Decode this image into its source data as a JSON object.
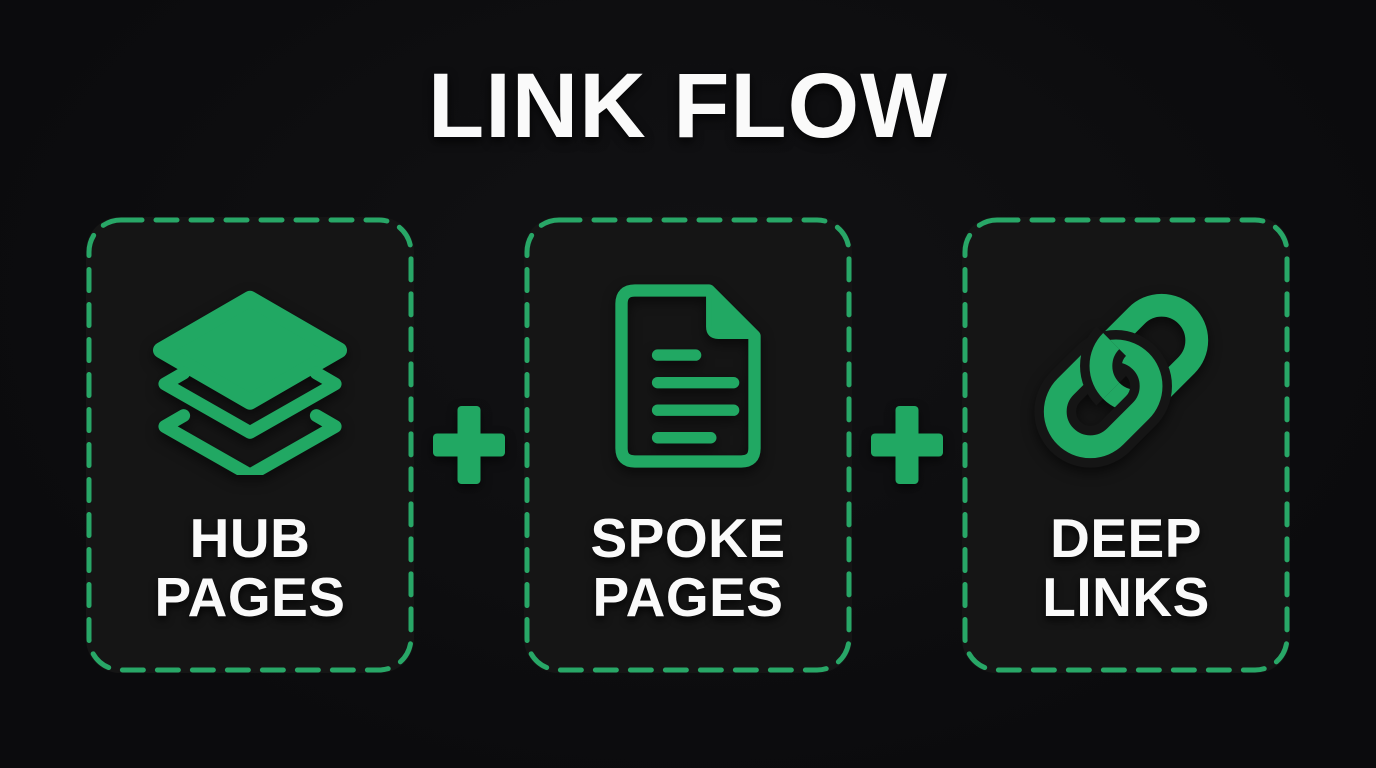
{
  "title": "LINK FLOW",
  "theme": {
    "background": "#0c0c0e",
    "panel": "#151515",
    "accent": "#21a863",
    "border_green": "#28a767",
    "text": "#fafafa"
  },
  "boxes": [
    {
      "id": "hub-pages",
      "icon": "layers-icon",
      "label_line1": "HUB",
      "label_line2": "PAGES"
    },
    {
      "id": "spoke-pages",
      "icon": "document-icon",
      "label_line1": "SPOKE",
      "label_line2": "PAGES"
    },
    {
      "id": "deep-links",
      "icon": "chain-link-icon",
      "label_line1": "DEEP",
      "label_line2": "LINKS"
    }
  ],
  "separators": [
    {
      "icon": "plus-icon"
    },
    {
      "icon": "plus-icon"
    }
  ]
}
